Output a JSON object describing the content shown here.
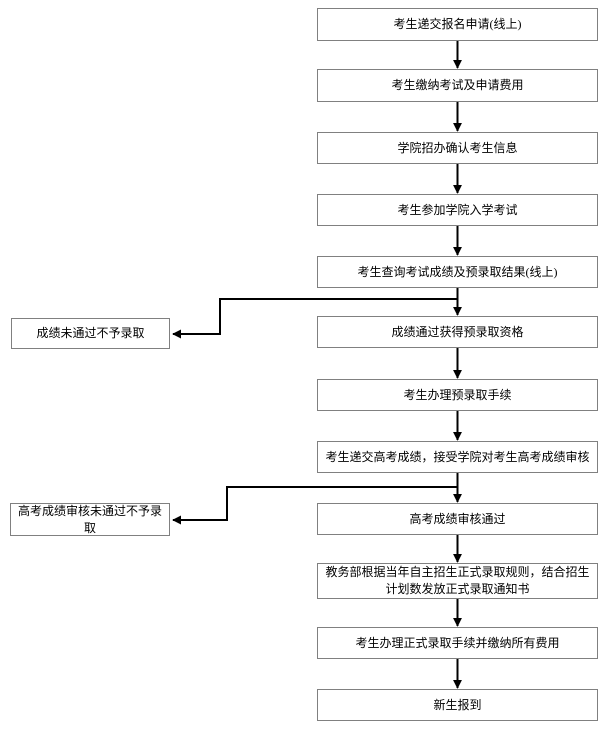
{
  "diagram": {
    "type": "flowchart",
    "background": "#ffffff",
    "node_border_color": "#808080",
    "arrow_color": "#000000",
    "text_color": "#000000",
    "main_nodes": [
      {
        "id": "n1",
        "label": "考生递交报名申请(线上)"
      },
      {
        "id": "n2",
        "label": "考生缴纳考试及申请费用"
      },
      {
        "id": "n3",
        "label": "学院招办确认考生信息"
      },
      {
        "id": "n4",
        "label": "考生参加学院入学考试"
      },
      {
        "id": "n5",
        "label": "考生查询考试成绩及预录取结果(线上)"
      },
      {
        "id": "n6",
        "label": "成绩通过获得预录取资格"
      },
      {
        "id": "n7",
        "label": "考生办理预录取手续"
      },
      {
        "id": "n8",
        "label": "考生递交高考成绩，接受学院对考生高考成绩审核"
      },
      {
        "id": "n9",
        "label": "高考成绩审核通过"
      },
      {
        "id": "n10",
        "label": "教务部根据当年自主招生正式录取规则，结合招生计划数发放正式录取通知书"
      },
      {
        "id": "n11",
        "label": "考生办理正式录取手续并缴纳所有费用"
      },
      {
        "id": "n12",
        "label": "新生报到"
      }
    ],
    "side_nodes": [
      {
        "id": "s1",
        "label": "成绩未通过不予录取"
      },
      {
        "id": "s2",
        "label": "高考成绩审核未通过不予录取"
      }
    ],
    "edges": [
      {
        "from": "n1",
        "to": "n2"
      },
      {
        "from": "n2",
        "to": "n3"
      },
      {
        "from": "n3",
        "to": "n4"
      },
      {
        "from": "n4",
        "to": "n5"
      },
      {
        "from": "n5",
        "to": "n6"
      },
      {
        "from": "n6",
        "to": "n7"
      },
      {
        "from": "n7",
        "to": "n8"
      },
      {
        "from": "n8",
        "to": "n9"
      },
      {
        "from": "n9",
        "to": "n10"
      },
      {
        "from": "n10",
        "to": "n11"
      },
      {
        "from": "n11",
        "to": "n12"
      },
      {
        "from": "n5",
        "to": "s1",
        "type": "branch-left"
      },
      {
        "from": "n8",
        "to": "s2",
        "type": "branch-left"
      }
    ]
  }
}
